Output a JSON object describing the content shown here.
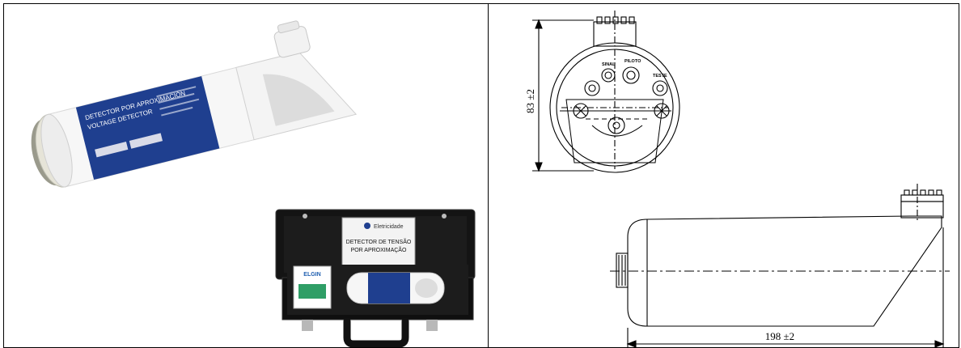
{
  "product_photo": {
    "label_lines": [
      "DETECTOR POR APROXIMACIÓN",
      "VOLTAGE DETECTOR"
    ],
    "icon": "detector-photo-icon"
  },
  "case_photo": {
    "brand": "Eletricidade",
    "lid_label_line1": "DETECTOR DE TENSÃO",
    "lid_label_line2": "POR APROXIMAÇÃO",
    "accessory_brand": "ELGIN",
    "icon": "carry-case-photo-icon"
  },
  "drawing_front": {
    "height_dim": "83 ±2",
    "labels": [
      "SINAL",
      "PILOTO",
      "TESTE"
    ]
  },
  "drawing_side": {
    "length_dim": "198 ±2"
  }
}
